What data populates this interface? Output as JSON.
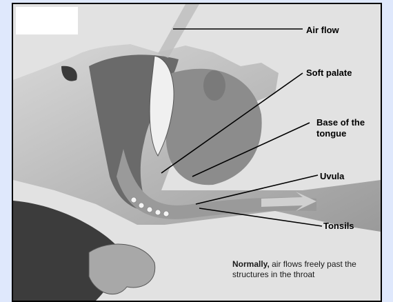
{
  "labels": {
    "air_flow": "Air flow",
    "soft_palate": "Soft palate",
    "base_tongue_line1": "Base of the",
    "base_tongue_line2": "tongue",
    "uvula": "Uvula",
    "tonsils": "Tonsils"
  },
  "caption": {
    "bold": "Normally,",
    "text": " air flows freely past the structures in the throat"
  },
  "colors": {
    "background": "#dfe8fc",
    "frame_border": "#000000"
  }
}
